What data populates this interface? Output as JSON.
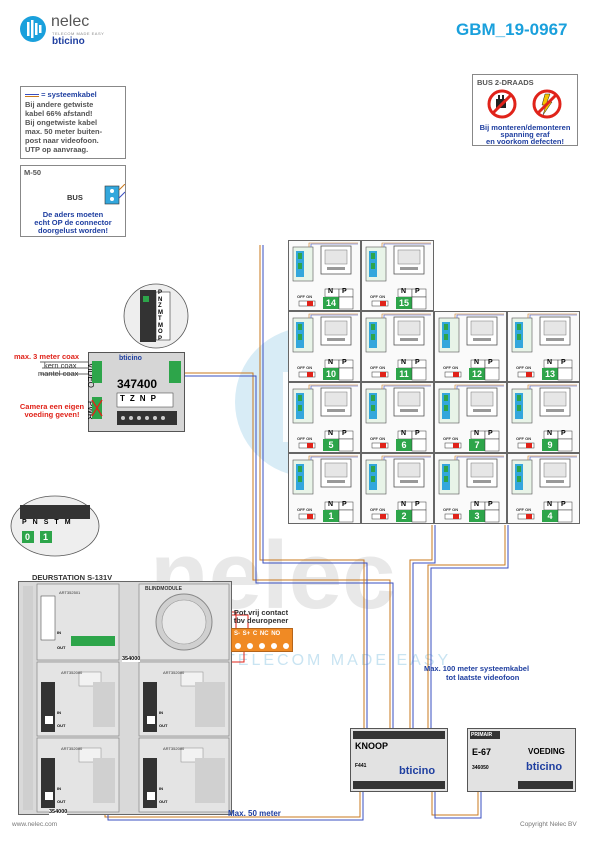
{
  "header": {
    "brand_name": "nelec",
    "brand_tagline": "TELECOM MADE EASY",
    "partner_brand": "bticino",
    "doc_code": "GBM_19-0967"
  },
  "legend_cable": {
    "line1": "= systeemkabel",
    "line2": "Bij andere getwiste",
    "line3": "kabel 66% afstand!",
    "line4": "Bij ongetwiste kabel",
    "line5": "max. 50 meter buiten-",
    "line6": "post naar videofoon.",
    "line7": "UTP op aanvraag."
  },
  "m50_box": {
    "title": "M-50",
    "bus_label": "BUS",
    "note1": "De aders moeten",
    "note2": "echt OP de connector",
    "note3": "doorgelust worden!"
  },
  "bus_box": {
    "title": "BUS 2-DRAADS",
    "warn1": "Bij monteren/demonteren",
    "warn2": "spanning eraf",
    "warn3": "en voorkom defecten!"
  },
  "video_module": {
    "model": "347400",
    "brand": "bticino",
    "coax_note": "max. 3 meter coax",
    "kern": "kern coax",
    "mantel": "mantel coax",
    "camera_note1": "Camera een eigen",
    "camera_note2": "voeding geven!",
    "video_label": "VIDEO",
    "pwr_label": "PWR",
    "dip_labels": [
      "P",
      "N",
      "Z",
      "M",
      "T",
      "M",
      "O",
      "P",
      "OPL"
    ],
    "bottom_labels": [
      "T",
      "Z",
      "N",
      "P"
    ]
  },
  "monitor_numbers": [
    "14",
    "15",
    "10",
    "11",
    "12",
    "13",
    "5",
    "6",
    "7",
    "9",
    "1",
    "2",
    "3",
    "4"
  ],
  "monitor_labels": {
    "n": "N",
    "p": "P",
    "offon": "OFF ON"
  },
  "door_station": {
    "title": "DEURSTATION S-131V",
    "blindmodule": "BLINDMODULE",
    "module_code": "ART352000",
    "module_code2": "ART352501",
    "code_354000": "354000",
    "in": "IN",
    "out": "OUT",
    "dip_labels": [
      "P",
      "N",
      "S",
      "T",
      "M"
    ],
    "dip_values": [
      "0",
      "1"
    ]
  },
  "contact": {
    "title1": "Pot.vrij contact",
    "title2": "tbv deuropener",
    "terminals": [
      "S-",
      "S+",
      "C",
      "NC",
      "NO"
    ]
  },
  "knoop": {
    "title": "KNOOP",
    "code": "F441",
    "brand": "bticino"
  },
  "voeding": {
    "primair": "PRIMAIR",
    "model": "E-67",
    "title": "VOEDING",
    "code": "346050",
    "brand": "bticino"
  },
  "notes": {
    "max100_1": "Max. 100 meter systeemkabel",
    "max100_2": "tot laatste videofoon",
    "max50": "Max. 50 meter"
  },
  "footer": {
    "left": "www.nelec.com",
    "right": "Copyright Nelec BV"
  },
  "colors": {
    "accent_blue": "#1aa0dc",
    "wire_blue": "#3a4fc0",
    "wire_orange": "#c8791e",
    "warning_red": "#e0231a",
    "terminal_green": "#2da54a"
  }
}
